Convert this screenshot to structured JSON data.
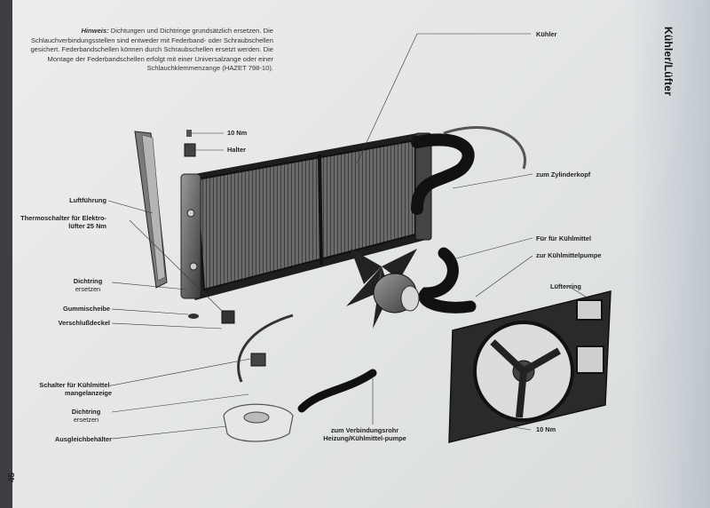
{
  "hint": {
    "prefix": "Hinweis:",
    "text": "Dichtungen und Dichtringe grundsätzlich ersetzen. Die Schlauchverbindungsstellen sind entweder mit Federband- oder Schraubschellen gesichert. Federbandschellen können durch Schraubschellen ersetzt werden. Die Montage der Federbandschellen erfolgt mit einer Universalzange oder einer Schlauchklemmenzange (HAZET 798-10)."
  },
  "section_title": "Kühler/Lüfter",
  "page_number": "45",
  "labels": {
    "kuehler": "Kühler",
    "torque_10nm_top": "10 Nm",
    "halter": "Halter",
    "zylinderkopf": "zum Zylinderkopf",
    "luftfuehrung": "Luftführung",
    "thermoschalter": "Thermoschalter für Elektro-lüfter 25 Nm",
    "fuer_kuehlmittel": "Für für Kühlmittel",
    "kuehlmittelpumpe": "zur Kühlmittelpumpe",
    "luefterring": "Lüfterring",
    "dichtring_1": "Dichtring",
    "ersetzen_1": "ersetzen",
    "gummischeibe": "Gummischeibe",
    "verschlussdeckel": "Verschlußdeckel",
    "schalter": "Schalter für Kühlmittel-mangelanzeige",
    "dichtring_2": "Dichtring",
    "ersetzen_2": "ersetzen",
    "ausgleichbehaelter": "Ausgleichbehälter",
    "heizung": "zum Verbindungsrohr Heizung/Kühlmittel-pumpe",
    "torque_10nm_bottom": "10 Nm"
  }
}
